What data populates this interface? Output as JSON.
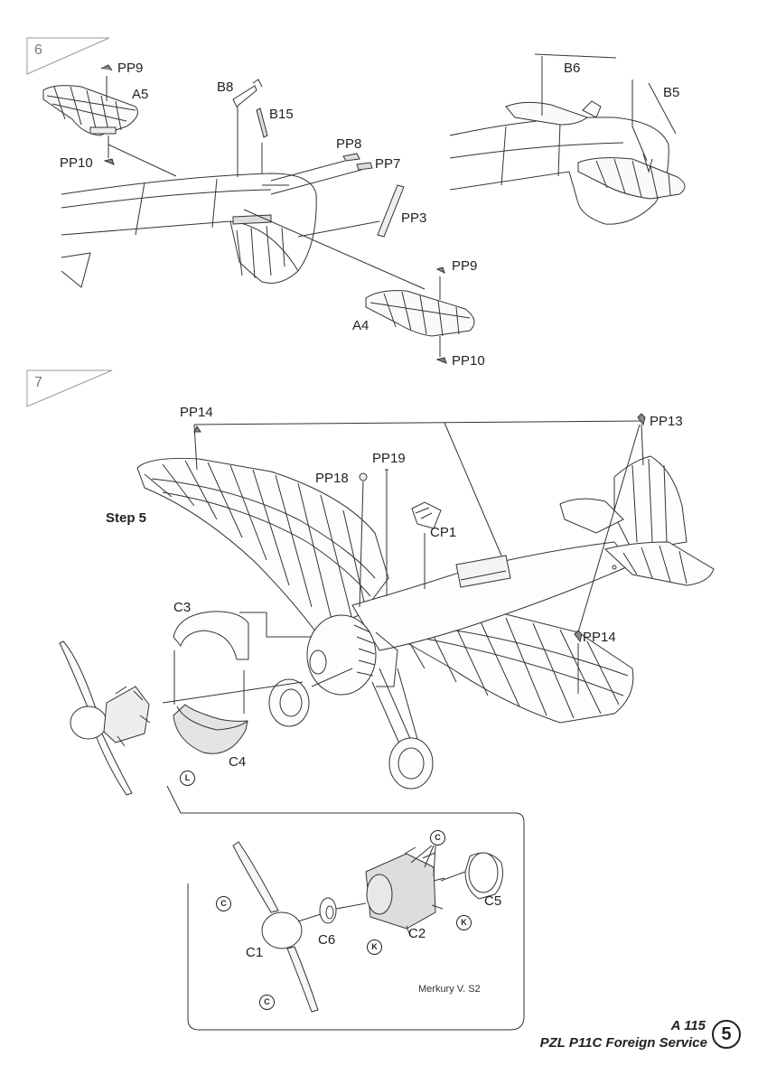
{
  "steps": [
    {
      "number": "6"
    },
    {
      "number": "7"
    }
  ],
  "step6_parts": {
    "pp9_top": "PP9",
    "a5": "A5",
    "pp10_top": "PP10",
    "b8": "B8",
    "b15": "B15",
    "pp8": "PP8",
    "pp7": "PP7",
    "pp3": "PP3",
    "pp9_bottom": "PP9",
    "a4": "A4",
    "pp10_bottom": "PP10",
    "b6": "B6",
    "b5": "B5"
  },
  "step7_parts": {
    "pp14_left": "PP14",
    "pp13": "PP13",
    "pp19": "PP19",
    "pp18": "PP18",
    "cp1": "CP1",
    "step5_ref": "Step 5",
    "c3": "C3",
    "c4": "C4",
    "pp14_right": "PP14"
  },
  "inset_parts": {
    "c1": "C1",
    "c2": "C2",
    "c5": "C5",
    "c6": "C6"
  },
  "paint_codes": {
    "l": "L",
    "c": "C",
    "k": "K"
  },
  "credit": "Merkury V.  S2",
  "footer": {
    "kit_code": "A 115",
    "kit_name": "PZL P11C Foreign Service",
    "page_number": "5"
  }
}
